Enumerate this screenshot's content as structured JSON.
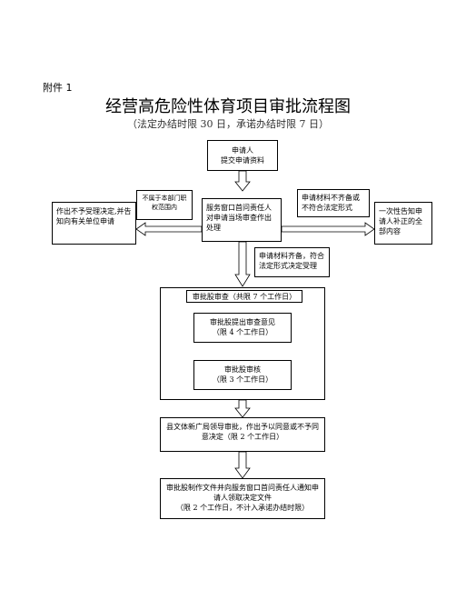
{
  "header": {
    "attachment": "附件 1",
    "title": "经营高危险性体育项目审批流程图",
    "subtitle": "（法定办结时限 30 日，承诺办结时限 7 日）"
  },
  "nodes": {
    "applicant": "申请人\n提交申请资料",
    "window": "服务窗口首问责任人对申请当场审查作出处理",
    "reject": "作出不予受理决定,并告知向有关单位申请",
    "not_in_scope": "不属于本部门职权范围内",
    "incomplete": "申请材料不齐备或不符合法定形式",
    "notify_once": "一次性告知申请人补正的全部内容",
    "complete": "申请材料齐备，符合法定形式决定受理",
    "review_group": "审批股审查（共限 7 个工作日）",
    "opinion": "审批股提出审查意见\n（限 4 个工作日）",
    "audit": "审批股审核\n（限 3 个工作日）",
    "approval": "县文体新广局领导审批，作出予以同意或不予同意决定（限 2 个工作日）",
    "issue": "审批股制作文件并向服务窗口首问责任人通知申请人领取决定文件\n（限 2 个工作日，不计入承诺办结时限）"
  }
}
